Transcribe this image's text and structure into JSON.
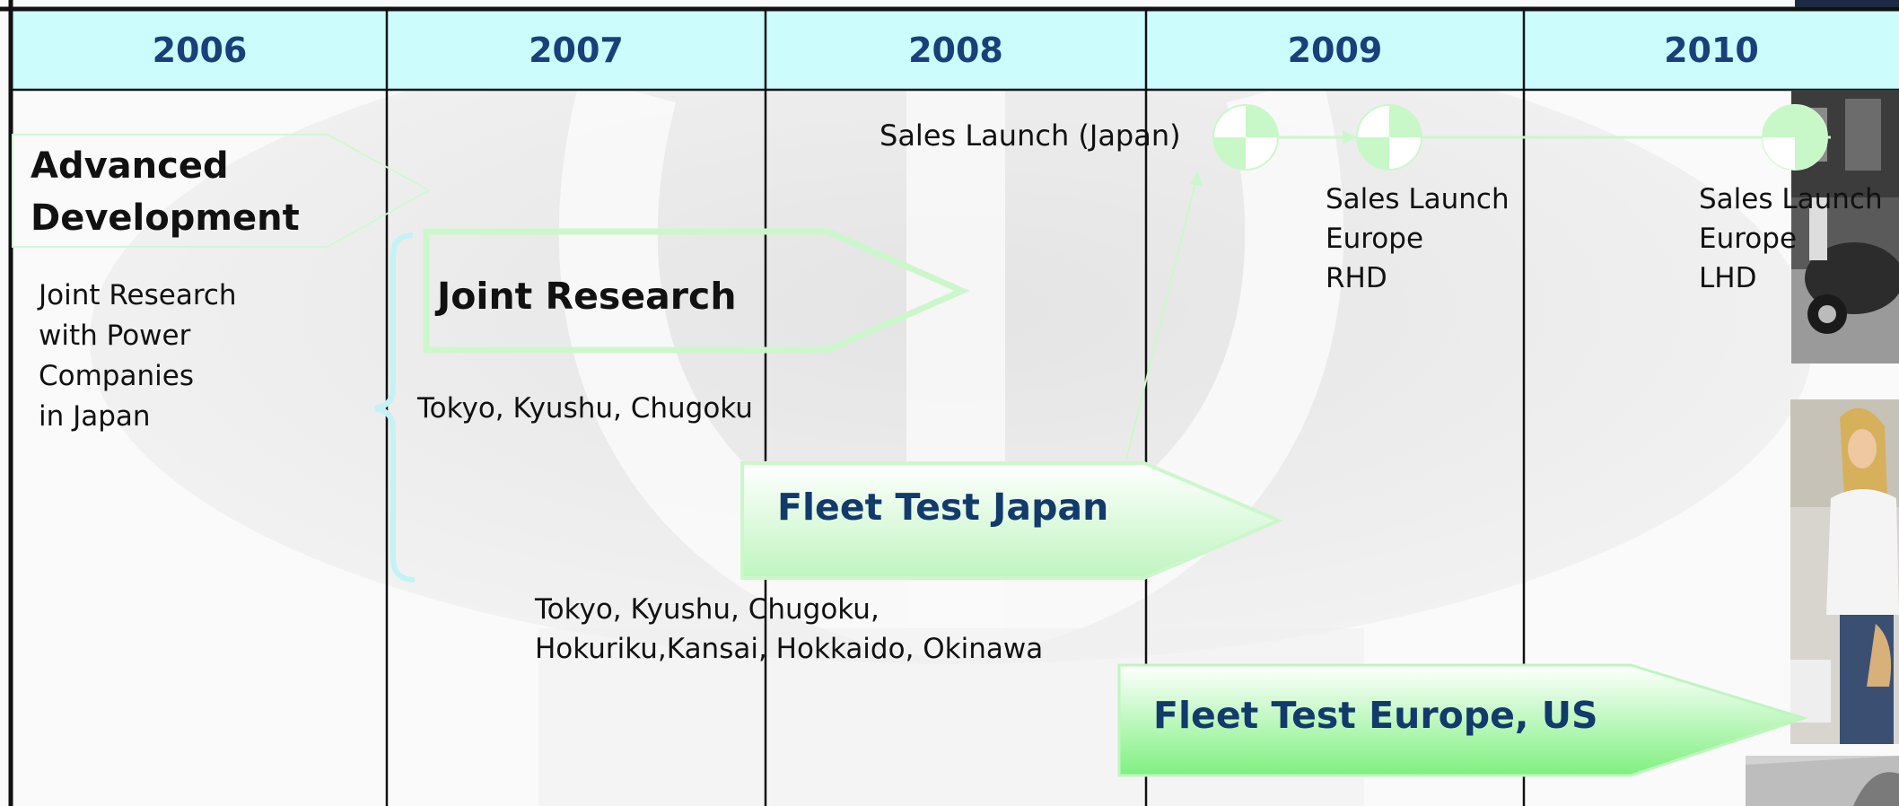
{
  "timeline": {
    "years": [
      "2006",
      "2007",
      "2008",
      "2009",
      "2010"
    ]
  },
  "phases": {
    "advanced_development": "Advanced\nDevelopment",
    "joint_research": "Joint Research",
    "fleet_test_japan": "Fleet Test Japan",
    "fleet_test_europe_us": "Fleet Test Europe, US"
  },
  "notes": {
    "joint_research_power": "Joint Research\nwith Power\nCompanies\nin Japan",
    "joint_research_cities": "Tokyo, Kyushu, Chugoku",
    "fleet_japan_cities": "Tokyo, Kyushu, Chugoku,\nHokuriku,Kansai, Hokkaido, Okinawa"
  },
  "milestones": {
    "launch_japan": "Sales Launch (Japan)",
    "launch_europe_rhd": "Sales Launch\nEurope\nRHD",
    "launch_europe_lhd": "Sales Launch\nEurope\nLHD"
  },
  "colors": {
    "header_fill": "#ccfcfc",
    "year_text": "#1a3f7a",
    "arrow_green": "#ccf7cc",
    "arrow_bright_green": "#88f088",
    "brace": "#bff0f5"
  }
}
